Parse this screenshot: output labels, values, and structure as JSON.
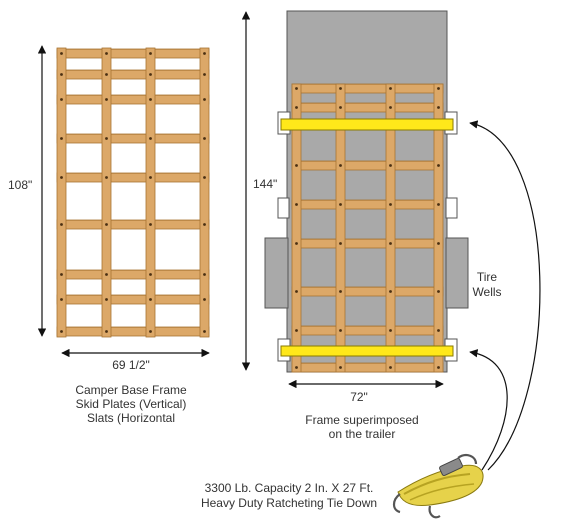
{
  "left_frame": {
    "height_label": "108\"",
    "width_label": "69 1/2\"",
    "caption_lines": [
      "Camper Base Frame",
      "Skid Plates (Vertical)",
      "Slats (Horizontal"
    ]
  },
  "right_frame": {
    "height_label": "144\"",
    "width_label": "72\"",
    "tire_wells_lines": [
      "Tire",
      "Wells"
    ],
    "caption_lines": [
      "Frame superimposed",
      "on the trailer"
    ]
  },
  "strap": {
    "caption_lines": [
      "3300 Lb. Capacity 2 In. X 27 Ft.",
      "Heavy Duty Ratcheting Tie Down"
    ]
  },
  "colors": {
    "wood": "#dca868",
    "wood_edge": "#a87432",
    "bolt": "#4a2f12",
    "trailer": "#a9a9a9",
    "trailer_edge": "#555555",
    "strap": "#ffe81a"
  }
}
